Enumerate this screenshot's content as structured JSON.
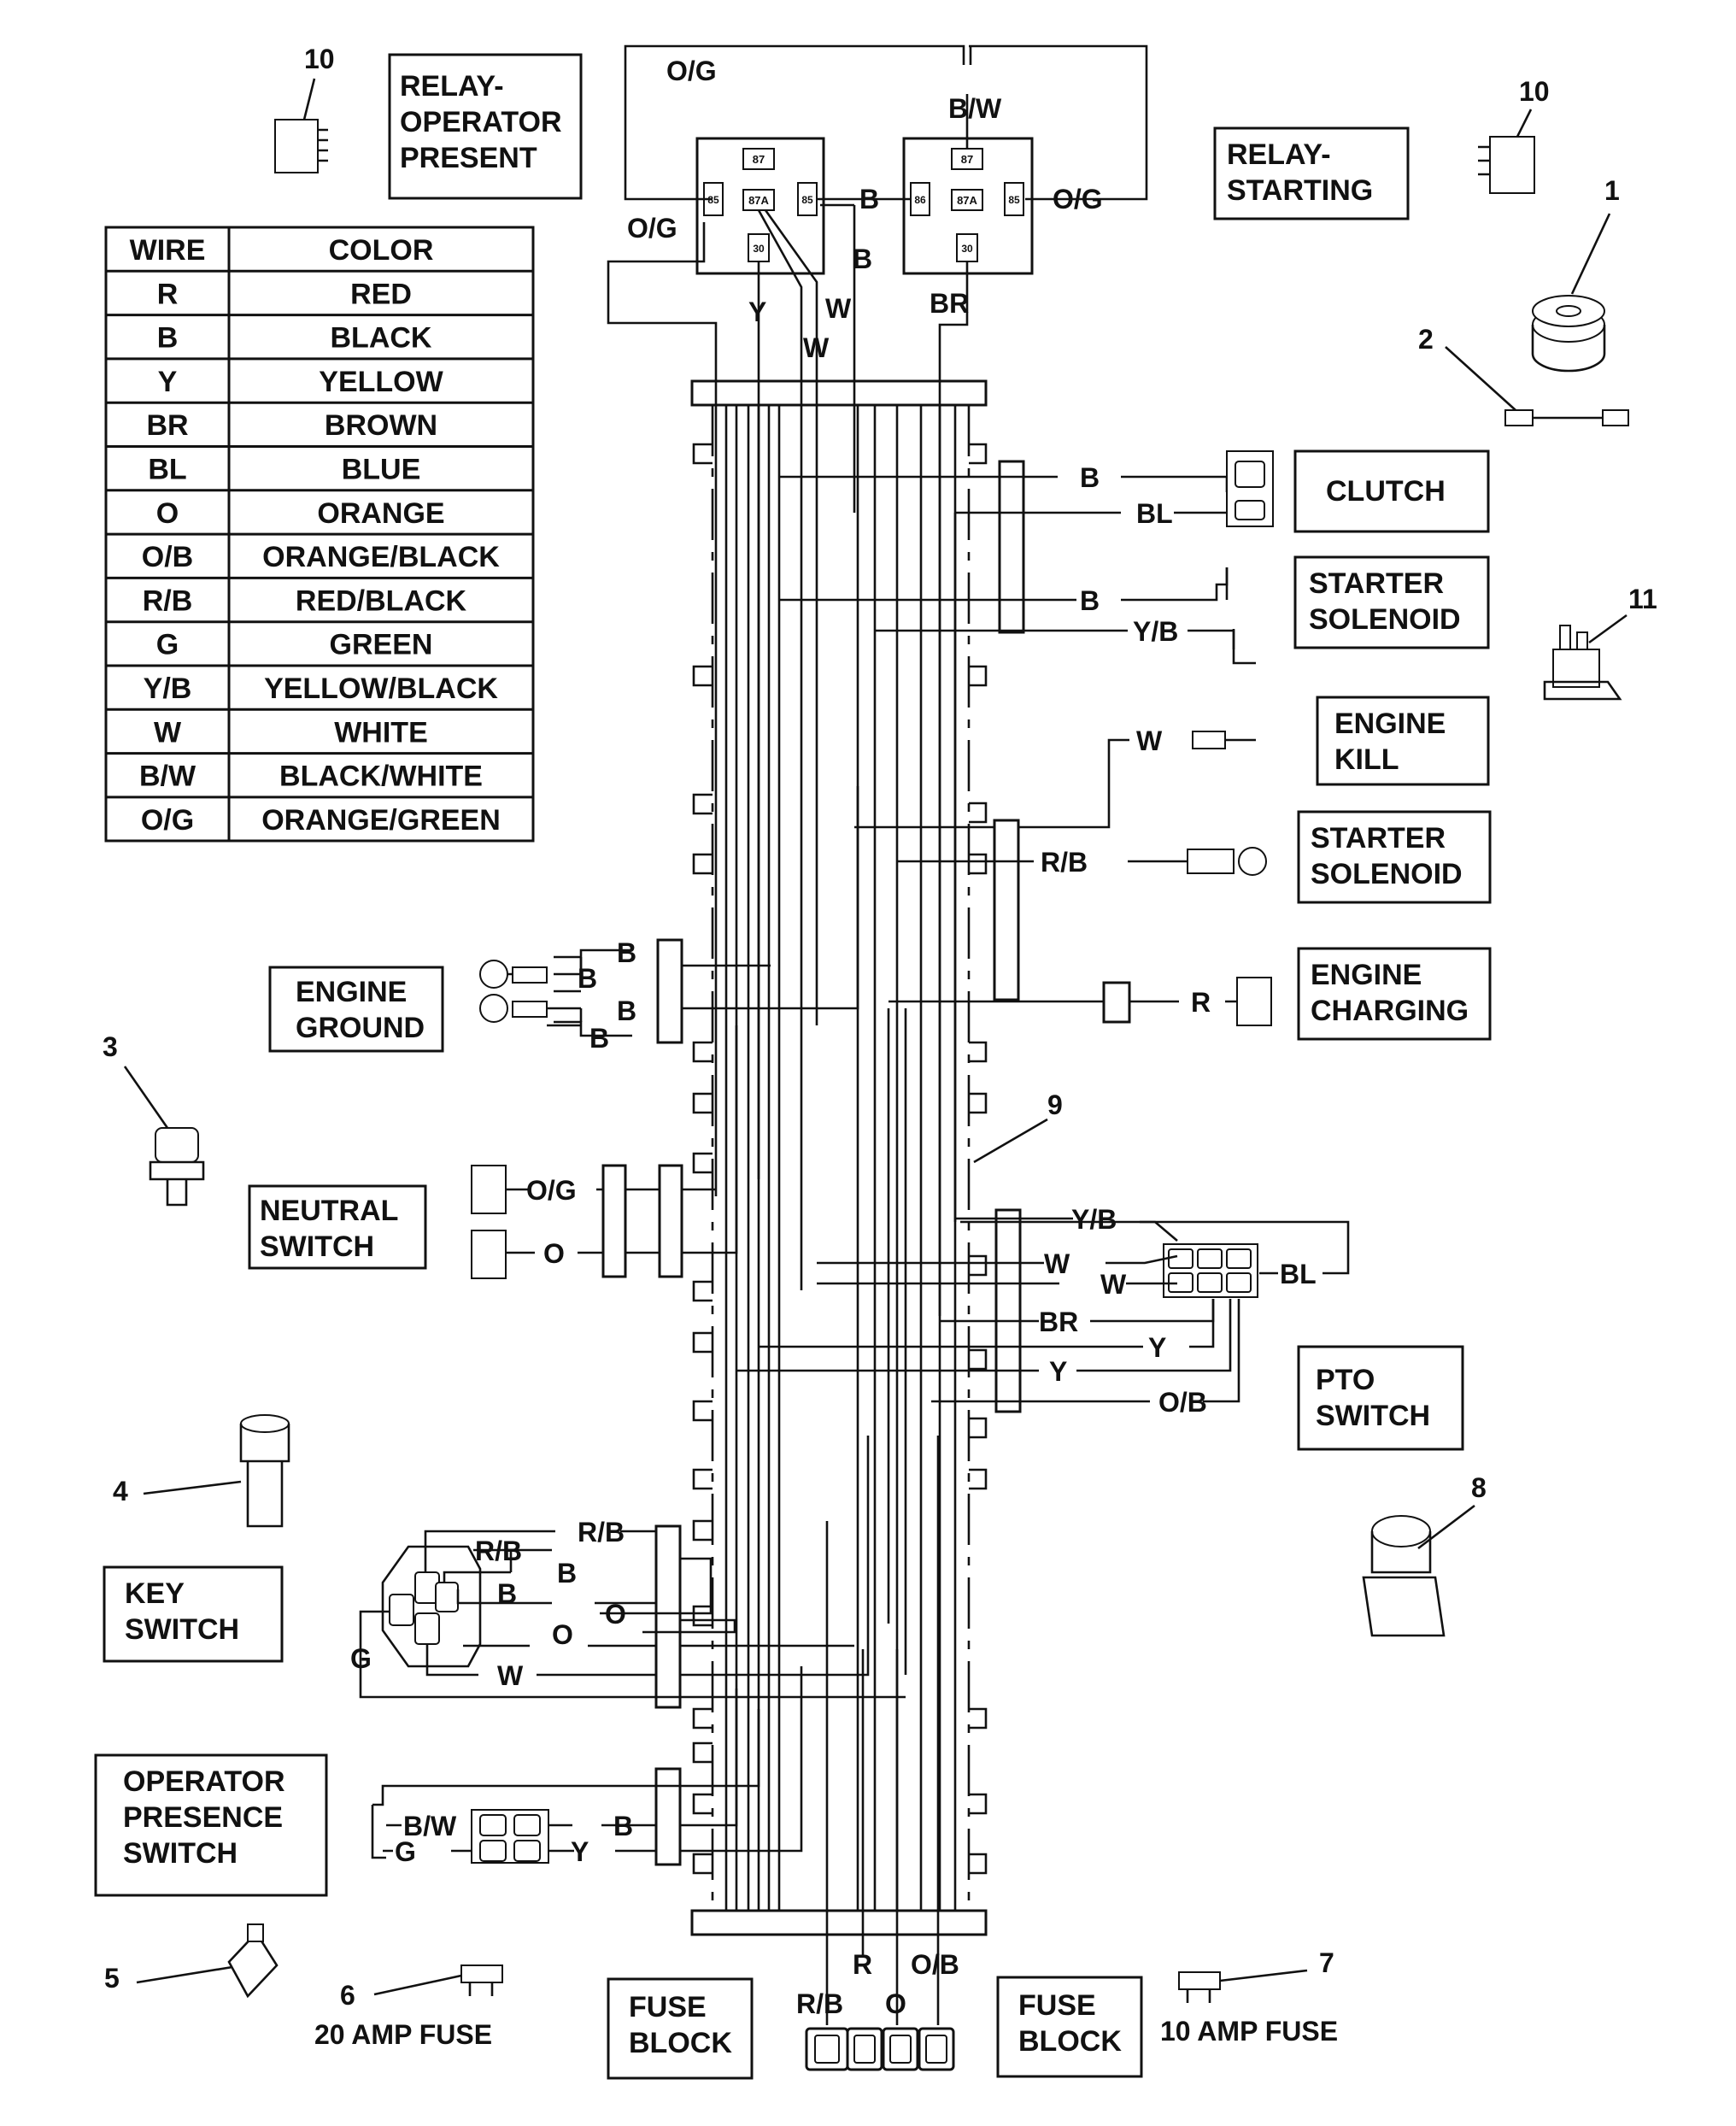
{
  "legend": {
    "headers": [
      "WIRE",
      "COLOR"
    ],
    "rows": [
      {
        "wire": "R",
        "color": "RED"
      },
      {
        "wire": "B",
        "color": "BLACK"
      },
      {
        "wire": "Y",
        "color": "YELLOW"
      },
      {
        "wire": "BR",
        "color": "BROWN"
      },
      {
        "wire": "BL",
        "color": "BLUE"
      },
      {
        "wire": "O",
        "color": "ORANGE"
      },
      {
        "wire": "O/B",
        "color": "ORANGE/BLACK"
      },
      {
        "wire": "R/B",
        "color": "RED/BLACK"
      },
      {
        "wire": "G",
        "color": "GREEN"
      },
      {
        "wire": "Y/B",
        "color": "YELLOW/BLACK"
      },
      {
        "wire": "W",
        "color": "WHITE"
      },
      {
        "wire": "B/W",
        "color": "BLACK/WHITE"
      },
      {
        "wire": "O/G",
        "color": "ORANGE/GREEN"
      }
    ]
  },
  "components": [
    {
      "id": "relay-operator-present",
      "lines": [
        "RELAY-",
        "OPERATOR",
        "PRESENT"
      ]
    },
    {
      "id": "relay-starting",
      "lines": [
        "RELAY-",
        "STARTING"
      ]
    },
    {
      "id": "clutch",
      "lines": [
        "CLUTCH"
      ]
    },
    {
      "id": "starter-solenoid-a",
      "lines": [
        "STARTER",
        "SOLENOID"
      ]
    },
    {
      "id": "engine-kill",
      "lines": [
        "ENGINE",
        "KILL"
      ]
    },
    {
      "id": "starter-solenoid-b",
      "lines": [
        "STARTER",
        "SOLENOID"
      ]
    },
    {
      "id": "engine-charging",
      "lines": [
        "ENGINE",
        "CHARGING"
      ]
    },
    {
      "id": "engine-ground",
      "lines": [
        "ENGINE",
        "GROUND"
      ]
    },
    {
      "id": "neutral-switch",
      "lines": [
        "NEUTRAL",
        "SWITCH"
      ]
    },
    {
      "id": "pto-switch",
      "lines": [
        "PTO",
        "SWITCH"
      ]
    },
    {
      "id": "key-switch",
      "lines": [
        "KEY",
        "SWITCH"
      ]
    },
    {
      "id": "operator-presence-switch",
      "lines": [
        "OPERATOR",
        "PRESENCE",
        "SWITCH"
      ]
    },
    {
      "id": "fuse-block-left",
      "lines": [
        "FUSE",
        "BLOCK"
      ]
    },
    {
      "id": "fuse-block-right",
      "lines": [
        "FUSE",
        "BLOCK"
      ]
    }
  ],
  "callouts": [
    "1",
    "2",
    "3",
    "4",
    "5",
    "6",
    "7",
    "8",
    "9",
    "10",
    "10",
    "11"
  ],
  "fuses": {
    "left": "20 AMP FUSE",
    "right": "10 AMP FUSE"
  },
  "relay_pins": {
    "p87": "87",
    "p87a": "87A",
    "p85": "85",
    "p86": "86",
    "p30": "30"
  },
  "wire_labels": {
    "og": "O/G",
    "bw": "B/W",
    "b": "B",
    "y": "Y",
    "w": "W",
    "br": "BR",
    "bl": "BL",
    "yb": "Y/B",
    "rb": "R/B",
    "r": "R",
    "o": "O",
    "ob": "O/B",
    "g": "G"
  }
}
